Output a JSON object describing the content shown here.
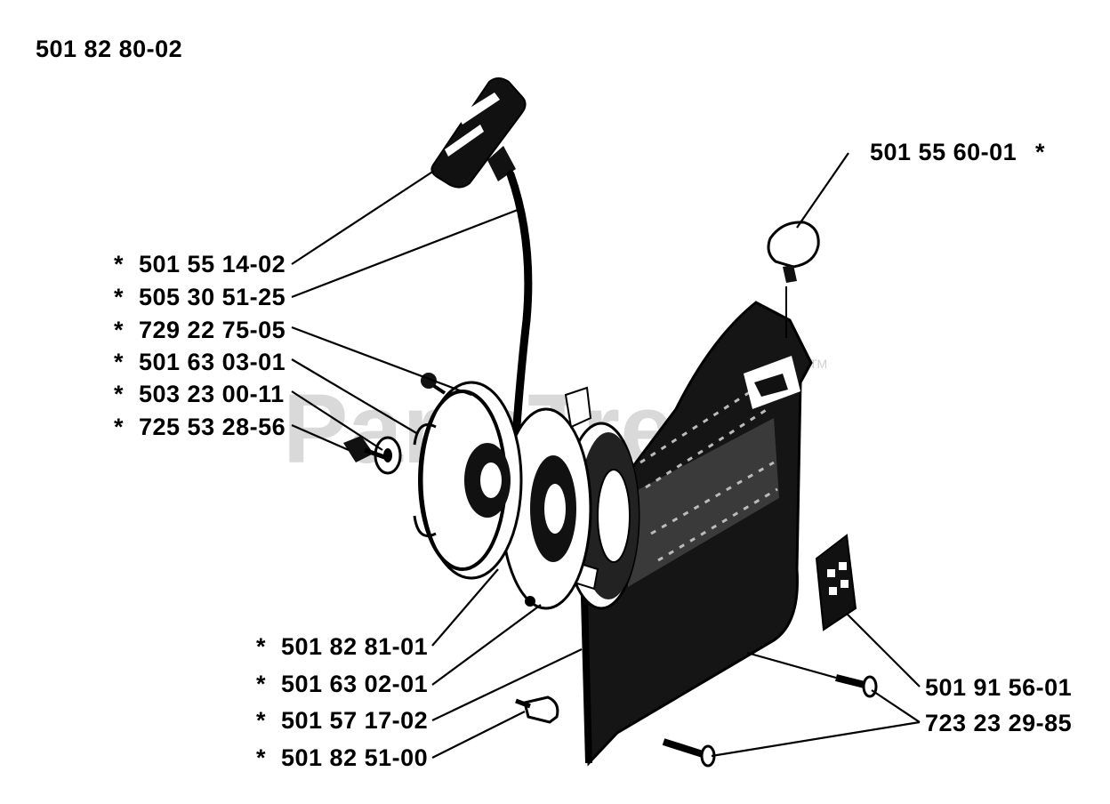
{
  "header": {
    "assembly_number": "501 82 80-02"
  },
  "watermark": {
    "text": "PartsTree",
    "trademark": "TM"
  },
  "parts": [
    {
      "id": "501 55 14-02",
      "asterisk": "*",
      "component": "starter-handle"
    },
    {
      "id": "505 30 51-25",
      "asterisk": "*",
      "component": "starter-rope"
    },
    {
      "id": "729 22 75-05",
      "asterisk": "*",
      "component": "screw"
    },
    {
      "id": "501 63 03-01",
      "asterisk": "*",
      "component": "pulley"
    },
    {
      "id": "503 23 00-11",
      "asterisk": "*",
      "component": "washer"
    },
    {
      "id": "725 53 28-56",
      "asterisk": "*",
      "component": "bolt"
    },
    {
      "id": "501 55 60-01",
      "asterisk": "*",
      "component": "rope-guide-bushing"
    },
    {
      "id": "501 82 81-01",
      "asterisk": "*",
      "component": "spring-cassette"
    },
    {
      "id": "501 63 02-01",
      "asterisk": "*",
      "component": "return-spring"
    },
    {
      "id": "501 57 17-02",
      "asterisk": "*",
      "component": "starter-housing"
    },
    {
      "id": "501 82 51-00",
      "asterisk": "*",
      "component": "plug"
    },
    {
      "id": "501 91 56-01",
      "asterisk": "",
      "component": "intake-grille"
    },
    {
      "id": "723 23 29-85",
      "asterisk": "",
      "component": "housing-screws"
    }
  ],
  "colors": {
    "ink": "#000000",
    "paper": "#ffffff",
    "watermark": "#d9d9d9"
  }
}
